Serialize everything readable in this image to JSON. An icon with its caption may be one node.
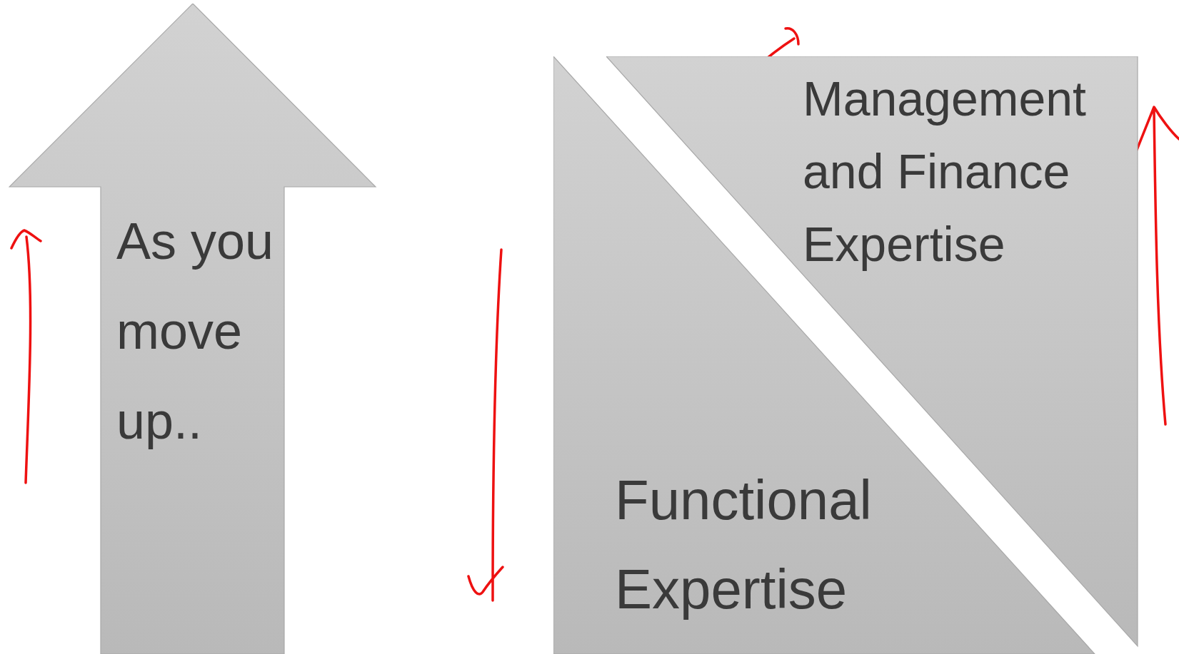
{
  "diagram": {
    "nodes": [
      {
        "text": [
          "As you move up.."
        ]
      },
      {
        "text": [
          "Functional Expertise"
        ]
      },
      {
        "text": [
          "Management and Finance Expertise"
        ]
      }
    ]
  }
}
